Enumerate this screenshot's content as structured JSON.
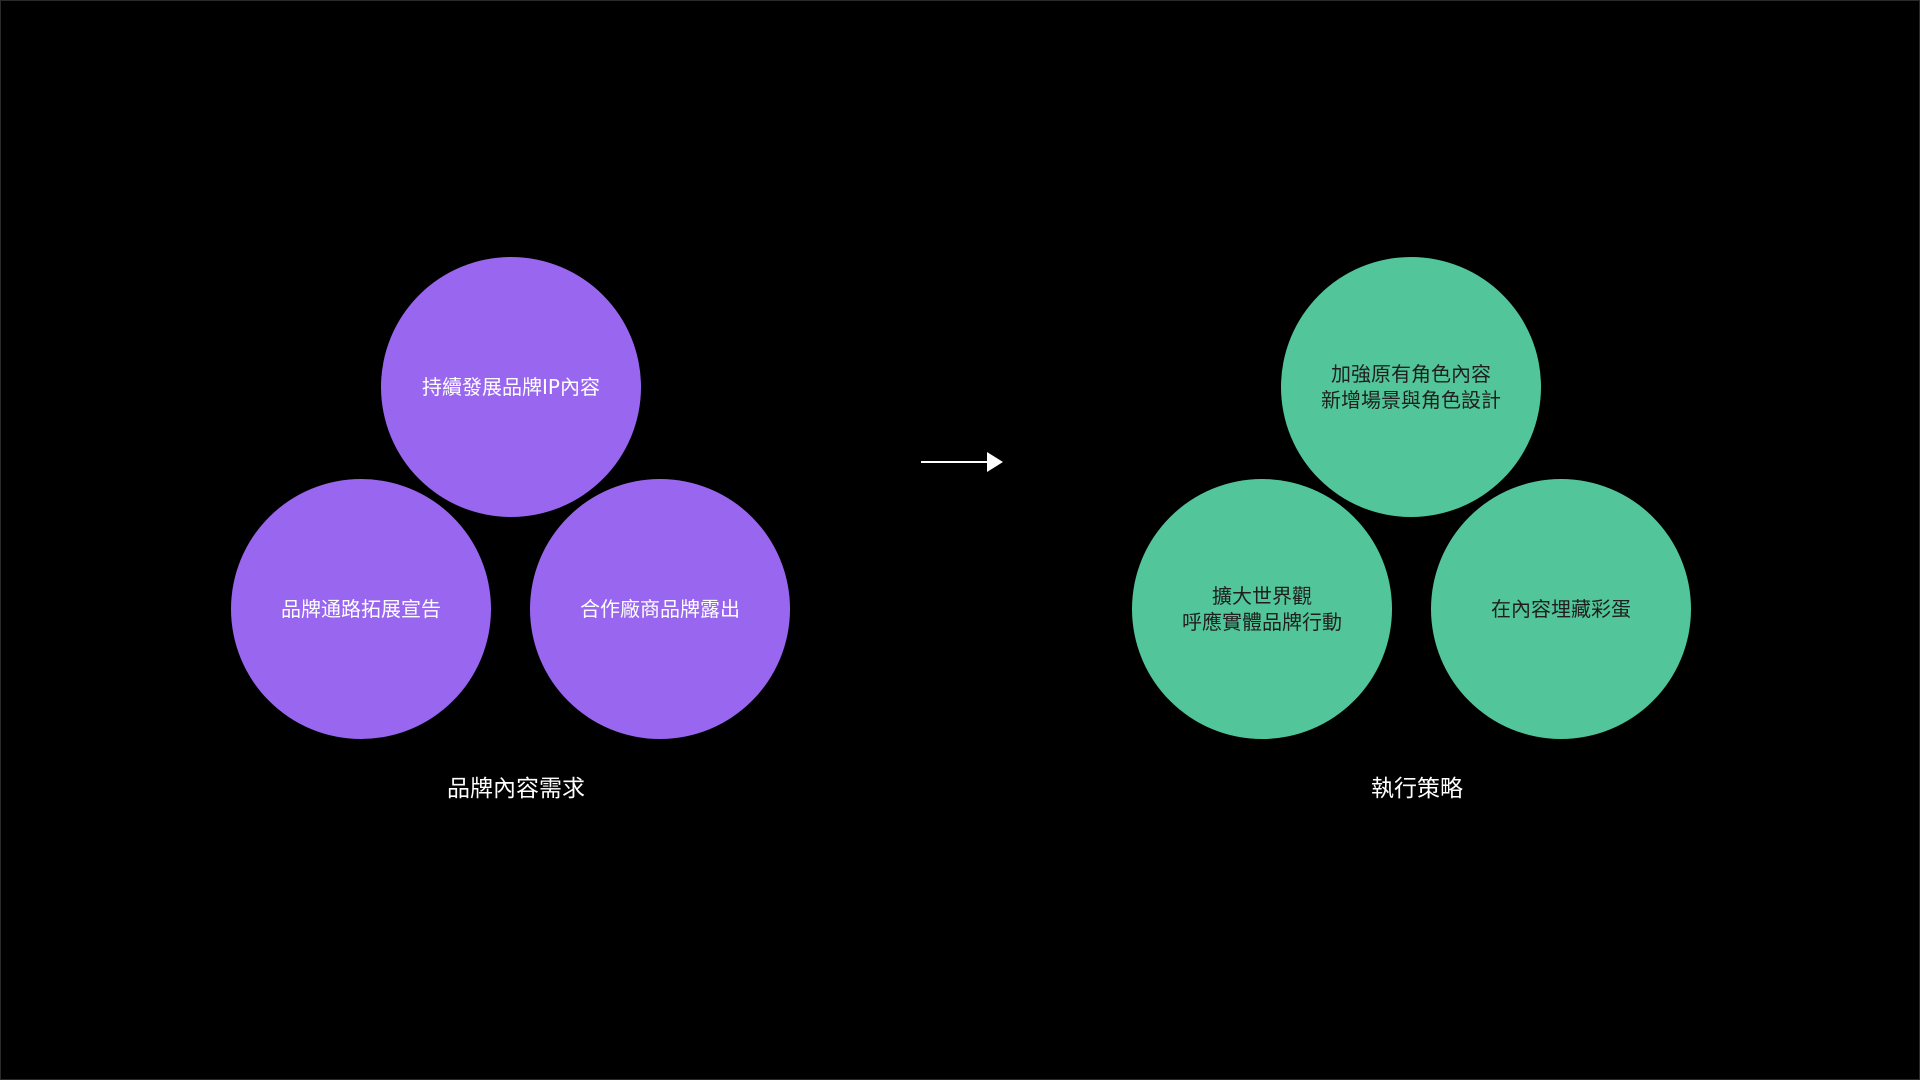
{
  "colors": {
    "background": "#000000",
    "purple_circle": "#9966f0",
    "green_circle": "#52c69a",
    "arrow": "#ffffff"
  },
  "left_group": {
    "label": "品牌內容需求",
    "circles": [
      {
        "lines": [
          "持續發展品牌IP內容"
        ]
      },
      {
        "lines": [
          "品牌通路拓展宣告"
        ]
      },
      {
        "lines": [
          "合作廠商品牌露出"
        ]
      }
    ]
  },
  "right_group": {
    "label": "執行策略",
    "circles": [
      {
        "lines": [
          "加強原有角色內容",
          "新增場景與角色設計"
        ]
      },
      {
        "lines": [
          "擴大世界觀",
          "呼應實體品牌行動"
        ]
      },
      {
        "lines": [
          "在內容埋藏彩蛋"
        ]
      }
    ]
  },
  "arrow_icon": "right-arrow-icon"
}
